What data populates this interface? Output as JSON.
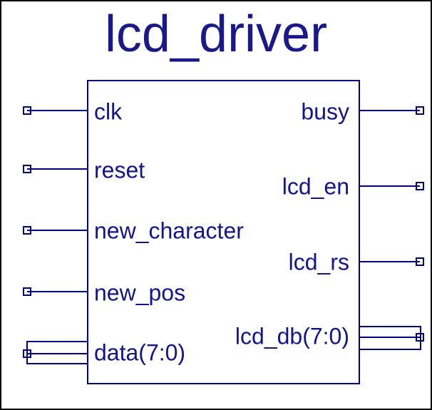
{
  "diagram": {
    "title": "lcd_driver",
    "type": "hdl-module-symbol",
    "colors": {
      "line": "#000080",
      "text": "#14148c",
      "title": "#191989",
      "background": "#ffffff",
      "frame": "#000000"
    },
    "inputs": [
      {
        "label": "clk",
        "bus": false
      },
      {
        "label": "reset",
        "bus": false
      },
      {
        "label": "new_character",
        "bus": false
      },
      {
        "label": "new_pos",
        "bus": false
      },
      {
        "label": "data(7:0)",
        "bus": true
      }
    ],
    "outputs": [
      {
        "label": "busy",
        "bus": false
      },
      {
        "label": "lcd_en",
        "bus": false
      },
      {
        "label": "lcd_rs",
        "bus": false
      },
      {
        "label": "lcd_db(7:0)",
        "bus": true
      }
    ]
  }
}
